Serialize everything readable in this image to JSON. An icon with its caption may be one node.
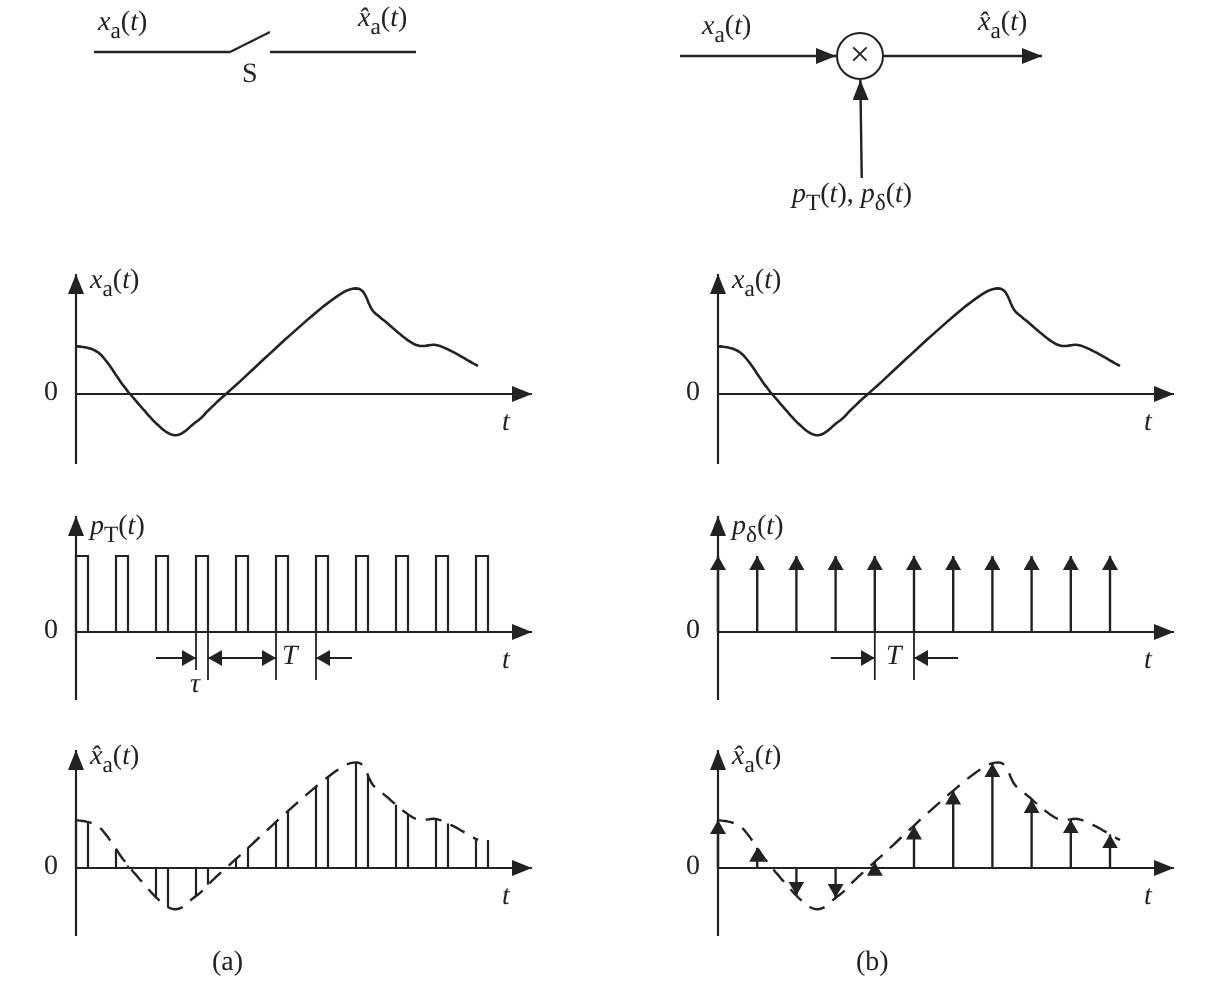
{
  "diagram": {
    "nodes": [
      {
        "text": [
          "S"
        ]
      },
      {
        "text": [
          "×"
        ]
      },
      {
        "text": [
          "*p*$_{T}$(*t*), *p*$_{δ}$(*t*)"
        ]
      }
    ],
    "edges": [
      {
        "from": null,
        "to": 0,
        "arrow": "none",
        "label": "*x*$_{a}$(*t*)"
      },
      {
        "from": 0,
        "to": null,
        "arrow": "none",
        "label": "*x̂*$_{a}$(*t*)"
      },
      {
        "from": null,
        "to": 1,
        "arrow": "to",
        "label": "*x*$_{a}$(*t*)"
      },
      {
        "from": 1,
        "to": null,
        "arrow": "to",
        "label": "*x̂*$_{a}$(*t*)"
      },
      {
        "from": 2,
        "to": 1,
        "arrow": "to"
      }
    ],
    "labels": [
      "*x*$_{a}$(*t*)",
      "0",
      "*t*",
      "*x*$_{a}$(*t*)",
      "0",
      "*t*",
      "*p*$_{T}$(*t*)",
      "0",
      "*τ*",
      "*T*",
      "*t*",
      "*p*$_{δ}$(*t*)",
      "0",
      "*T*",
      "*t*",
      "*x̂*$_{a}$(*t*)",
      "0",
      "*t*",
      "*x̂*$_{a}$(*t*)",
      "0",
      "*t*",
      "(a)",
      "(b)"
    ]
  }
}
